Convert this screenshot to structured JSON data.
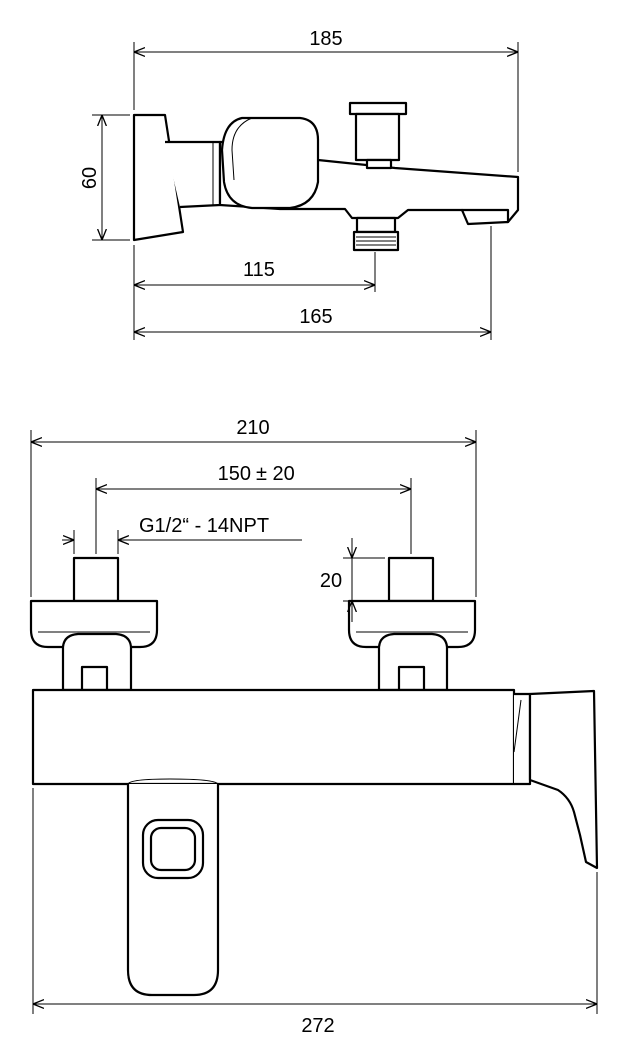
{
  "dimensions": {
    "side_width": "185",
    "side_height": "60",
    "side_outlet": "115",
    "side_spout": "165",
    "front_total": "210",
    "front_centers": "150",
    "front_tolerance": "± 20",
    "thread": "G1/2“ - 14NPT",
    "eccentric_height": "20",
    "front_width": "272"
  }
}
